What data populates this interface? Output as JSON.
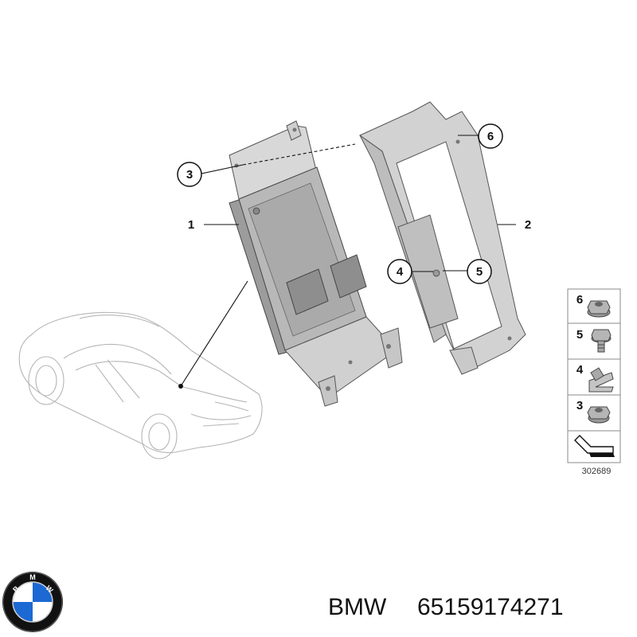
{
  "callouts": [
    {
      "id": "3",
      "label": "3"
    },
    {
      "id": "1",
      "label": "1"
    },
    {
      "id": "6",
      "label": "6"
    },
    {
      "id": "2",
      "label": "2"
    },
    {
      "id": "4",
      "label": "4"
    },
    {
      "id": "5",
      "label": "5"
    }
  ],
  "legend": {
    "items": [
      {
        "label": "6",
        "icon": "hex-flange-nut-icon"
      },
      {
        "label": "5",
        "icon": "hex-bolt-icon"
      },
      {
        "label": "4",
        "icon": "clip-nut-icon"
      },
      {
        "label": "3",
        "icon": "hex-nut-icon"
      }
    ],
    "arrow_icon": "location-arrow-icon",
    "diagram_ref": "302689"
  },
  "footer": {
    "brand": "BMW",
    "part_number": "65159174271",
    "logo_letters": [
      "B",
      "M",
      "W"
    ],
    "logo_colors": {
      "blue": "#1c69d4",
      "white": "#ffffff",
      "ring": "#111111"
    }
  }
}
